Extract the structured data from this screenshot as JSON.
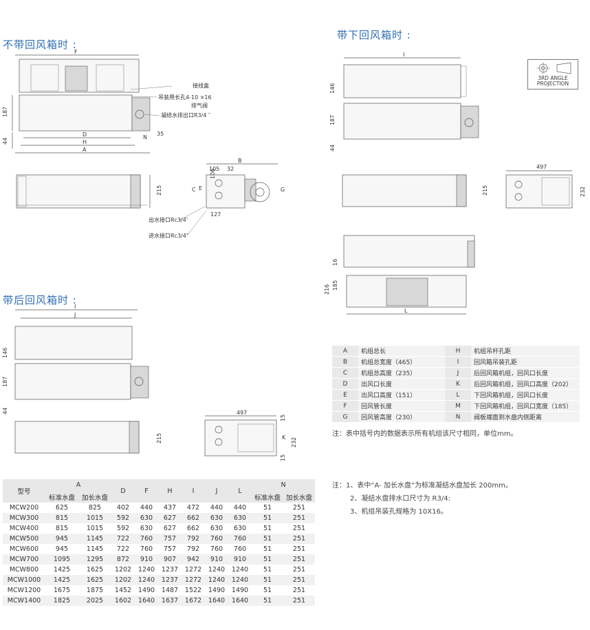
{
  "sections": {
    "no_return_box": "不带回风箱时 :",
    "bottom_return_box": "带下回风箱时 :",
    "rear_return_box": "带后回风箱时 :"
  },
  "projection_label": [
    "3RD ANGLE",
    "PROJECTION"
  ],
  "drawing1": {
    "labels": {
      "F": "F",
      "D": "D",
      "H": "H",
      "A": "A",
      "N": "N",
      "B": "B",
      "C": "C",
      "E": "E",
      "G": "G",
      "junction_box": "接线盒",
      "hanging_hole": "吊装用长孔4-10 ×16",
      "vent_valve": "排气阀",
      "drain": "凝结水排出口R3/4 ″",
      "outlet": "出水接口Rc3/4″",
      "inlet": "进水接口Rc3/4″"
    },
    "dims": {
      "d187": "187",
      "d44": "44",
      "d35": "35",
      "d215": "215",
      "d105": "105",
      "d32": "32",
      "d106": "106",
      "d127": "127"
    }
  },
  "drawing2": {
    "labels": {
      "I": "I",
      "L": "L"
    },
    "dims": {
      "d146": "146",
      "d187": "187",
      "d44": "44",
      "d215": "215",
      "d497": "497",
      "d232": "232",
      "d16": "16",
      "d216": "216",
      "d185": "185"
    }
  },
  "drawing3": {
    "labels": {
      "I": "I",
      "J": "J",
      "K": "K"
    },
    "dims": {
      "d146": "146",
      "d187": "187",
      "d44": "44",
      "d215": "215",
      "d497": "497",
      "d15a": "15",
      "d15b": "15",
      "d232": "232"
    }
  },
  "legend": [
    {
      "k1": "A",
      "v1": "机组总长",
      "k2": "H",
      "v2": "机组吊杆孔距"
    },
    {
      "k1": "B",
      "v1": "机组总宽度（465）",
      "k2": "I",
      "v2": "回风箱吊装孔距"
    },
    {
      "k1": "C",
      "v1": "机组总高度（235）",
      "k2": "J",
      "v2": "后回风箱机组，回风口长度"
    },
    {
      "k1": "D",
      "v1": "出风口长度",
      "k2": "K",
      "v2": "后回风箱机组，回风口高度（202）"
    },
    {
      "k1": "E",
      "v1": "出风口高度（151）",
      "k2": "L",
      "v2": "下回风箱机组，回风口长度"
    },
    {
      "k1": "F",
      "v1": "回风管长度",
      "k2": "M",
      "v2": "下回风箱机组，回风口宽度（185）"
    },
    {
      "k1": "G",
      "v1": "回风管高度（230）",
      "k2": "N",
      "v2": "阀板端面到水盘内侧距离"
    }
  ],
  "legend_note": "注：表中括号内的数据表示所有机组该尺寸相同，单位mm。",
  "notes": [
    "注：1、表中“A- 加长水盘”为标准凝结水盘加长 200mm。",
    "2、凝结水盘排水口尺寸为 R3/4:",
    "3、机组吊装孔规格为 10X16。"
  ],
  "spec_table": {
    "headers": {
      "model": "型号",
      "A": "A",
      "A_std": "标准水盘",
      "A_ext": "加长水盘",
      "D": "D",
      "F": "F",
      "H": "H",
      "I": "I",
      "J": "J",
      "L": "L",
      "N": "N",
      "N_std": "标准水盘",
      "N_ext": "加长水盘"
    },
    "rows": [
      [
        "MCW200",
        "625",
        "825",
        "402",
        "440",
        "437",
        "472",
        "440",
        "440",
        "51",
        "251"
      ],
      [
        "MCW300",
        "815",
        "1015",
        "592",
        "630",
        "627",
        "662",
        "630",
        "630",
        "51",
        "251"
      ],
      [
        "MCW400",
        "815",
        "1015",
        "592",
        "630",
        "627",
        "662",
        "630",
        "630",
        "51",
        "251"
      ],
      [
        "MCW500",
        "945",
        "1145",
        "722",
        "760",
        "757",
        "792",
        "760",
        "760",
        "51",
        "251"
      ],
      [
        "MCW600",
        "945",
        "1145",
        "722",
        "760",
        "757",
        "792",
        "760",
        "760",
        "51",
        "251"
      ],
      [
        "MCW700",
        "1095",
        "1295",
        "872",
        "910",
        "907",
        "942",
        "910",
        "910",
        "51",
        "251"
      ],
      [
        "MCW800",
        "1425",
        "1625",
        "1202",
        "1240",
        "1237",
        "1272",
        "1240",
        "1240",
        "51",
        "251"
      ],
      [
        "MCW1000",
        "1425",
        "1625",
        "1202",
        "1240",
        "1237",
        "1272",
        "1240",
        "1240",
        "51",
        "251"
      ],
      [
        "MCW1200",
        "1675",
        "1875",
        "1452",
        "1490",
        "1487",
        "1522",
        "1490",
        "1490",
        "51",
        "251"
      ],
      [
        "MCW1400",
        "1825",
        "2025",
        "1602",
        "1640",
        "1637",
        "1672",
        "1640",
        "1640",
        "51",
        "251"
      ]
    ]
  }
}
